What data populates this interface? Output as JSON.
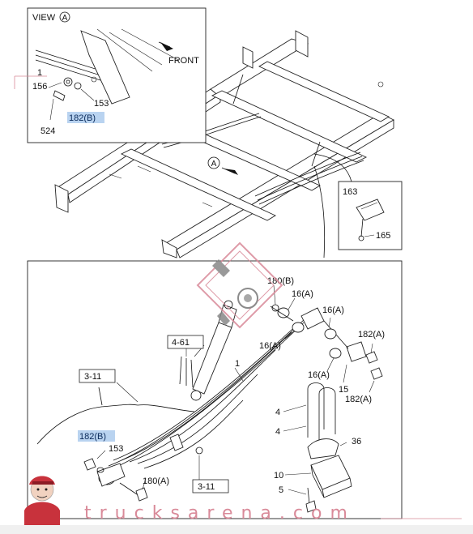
{
  "inset_view": {
    "title": "VIEW",
    "circle_letter": "A",
    "direction_label": "FRONT"
  },
  "frame_marker": "A",
  "labels": {
    "l1_inset": "1",
    "l156": "156",
    "l153_inset": "153",
    "l182b_inset": "182(B)",
    "l524": "524",
    "l163": "163",
    "l165": "165",
    "l180b": "180(B)",
    "l16a_1": "16(A)",
    "l16a_2": "16(A)",
    "l16a_3": "16(A)",
    "l16a_4": "16(A)",
    "l182a_1": "182(A)",
    "l182a_2": "182(A)",
    "l15": "15",
    "l4_61": "4-61",
    "l1_main": "1",
    "l3_11_top": "3-11",
    "l3_11_bot": "3-11",
    "l182b_main": "182(B)",
    "l153_main": "153",
    "l180a": "180(A)",
    "l4_1": "4",
    "l4_2": "4",
    "l36": "36",
    "l10": "10",
    "l5": "5"
  },
  "watermark": "trucksarena.com",
  "colors": {
    "highlight": "#b9d3f0",
    "watermark": "#d98a99",
    "lines": "#111111"
  }
}
